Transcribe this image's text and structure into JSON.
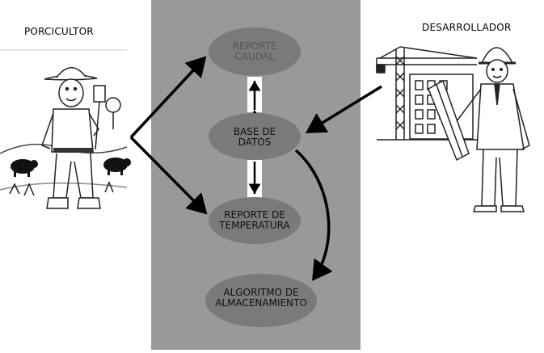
{
  "actors": {
    "left": {
      "label": "PORCICULTOR",
      "icon": "farmer-with-pigs-icon"
    },
    "right": {
      "label": "DESARROLLADOR",
      "icon": "engineer-with-crane-icon"
    }
  },
  "nodes": {
    "reporte_caudal": {
      "line1": "REPORTE",
      "line2": "CAUDAL",
      "text_color": "#555555"
    },
    "base_datos": {
      "line1": "BASE DE",
      "line2": "DATOS"
    },
    "reporte_temperatura": {
      "line1": "REPORTE DE",
      "line2": "TEMPERATURA"
    },
    "algoritmo": {
      "line1": "ALGORITMO DE",
      "line2": "ALMACENAMIENTO"
    }
  },
  "colors": {
    "panel": "#999999",
    "node": "#7a7a7a",
    "arrow": "#000000"
  }
}
